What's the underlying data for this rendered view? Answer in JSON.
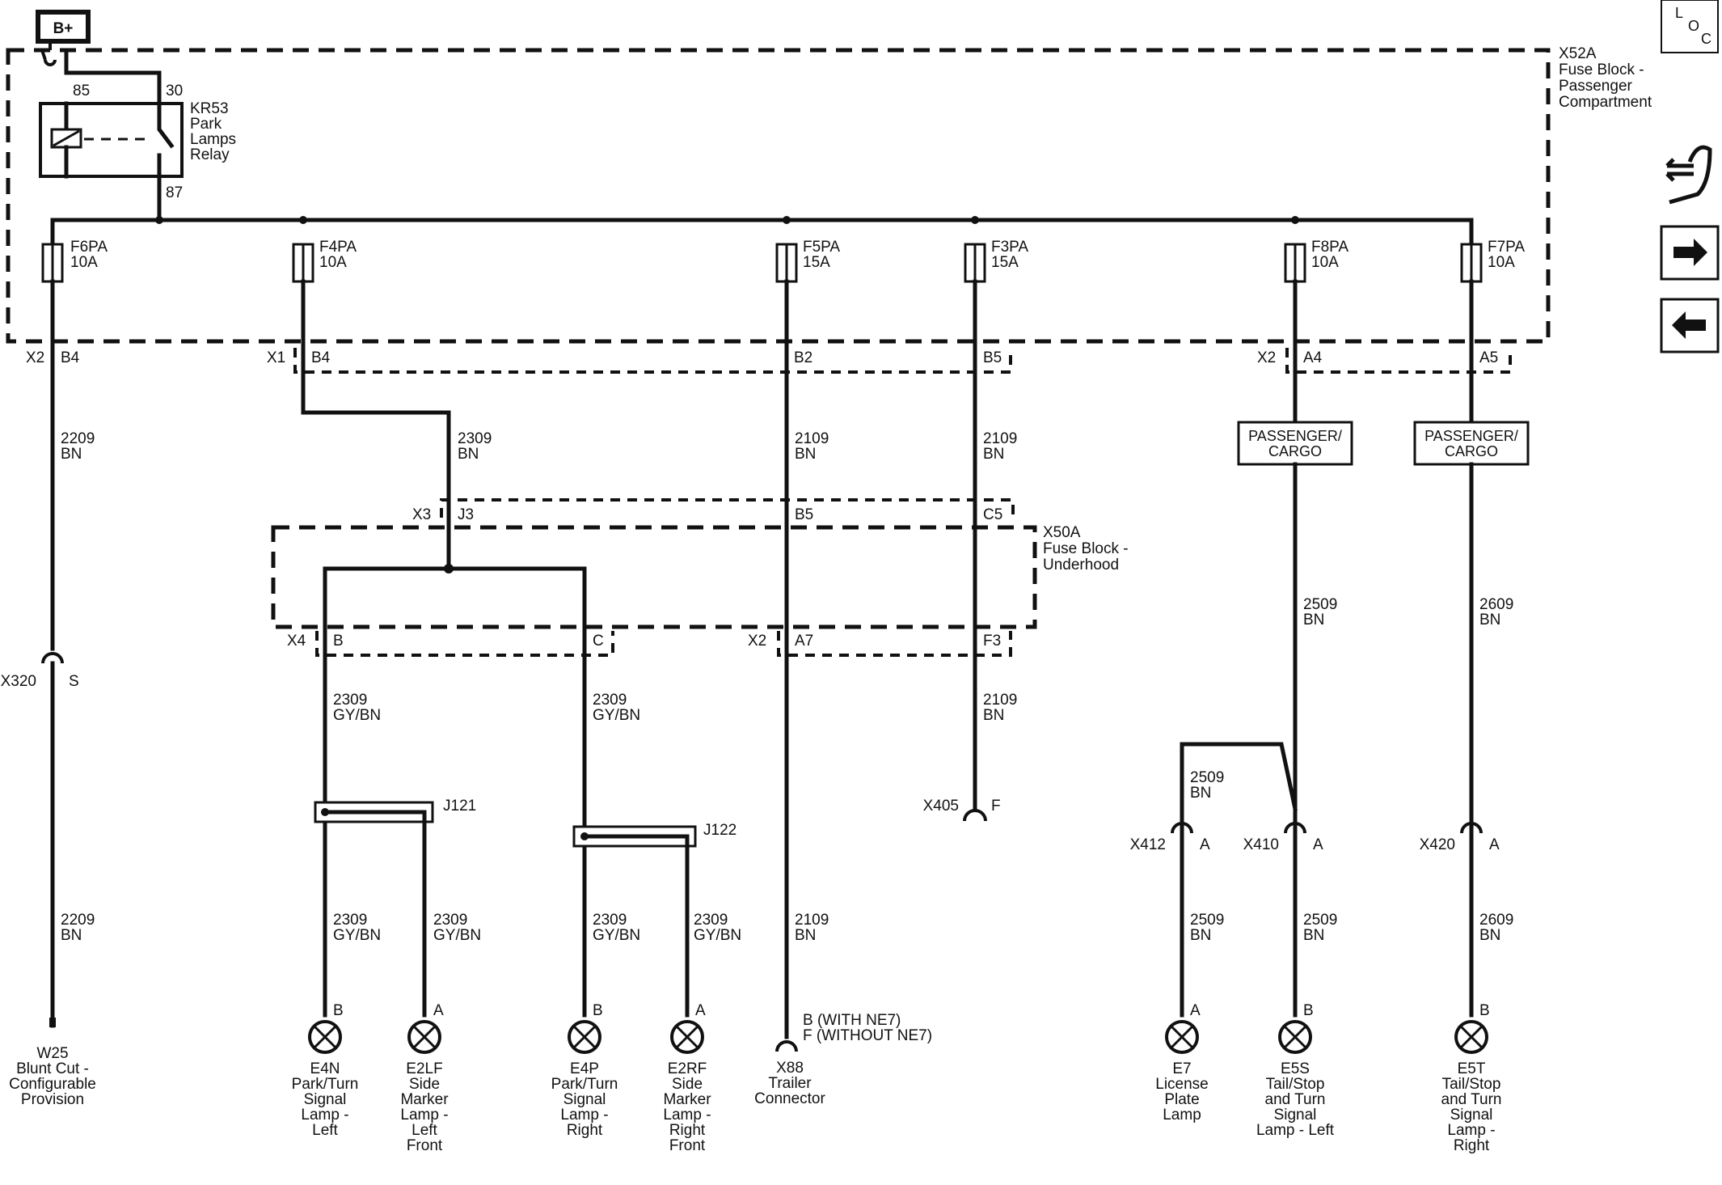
{
  "power": {
    "label": "B+"
  },
  "loc": {
    "l": "L",
    "o": "O",
    "c": "C"
  },
  "block_x52a": {
    "lines": [
      "X52A",
      "Fuse Block -",
      "Passenger",
      "Compartment"
    ]
  },
  "block_x50a": {
    "lines": [
      "X50A",
      "Fuse Block -",
      "Underhood"
    ]
  },
  "relay": {
    "pin85": "85",
    "pin30": "30",
    "pin87": "87",
    "lines": [
      "KR53",
      "Park",
      "Lamps",
      "Relay"
    ]
  },
  "fuses": [
    {
      "name": "F6PA",
      "rating": "10A"
    },
    {
      "name": "F4PA",
      "rating": "10A"
    },
    {
      "name": "F5PA",
      "rating": "15A"
    },
    {
      "name": "F3PA",
      "rating": "15A"
    },
    {
      "name": "F8PA",
      "rating": "10A"
    },
    {
      "name": "F7PA",
      "rating": "10A"
    }
  ],
  "connectors": {
    "x2": "X2",
    "b4": "B4",
    "x1": "X1",
    "b4b": "B4",
    "b2": "B2",
    "b5": "B5",
    "x2b": "X2",
    "a4": "A4",
    "a5": "A5",
    "x3": "X3",
    "j3": "J3",
    "b5b": "B5",
    "c5": "C5",
    "x4": "X4",
    "b": "B",
    "c": "C",
    "x2c": "X2",
    "a7": "A7",
    "f3": "F3",
    "x320": "X320",
    "s": "S",
    "x405": "X405",
    "f": "F",
    "x412": "X412",
    "a_412": "A",
    "x410": "X410",
    "a_410": "A",
    "x420": "X420",
    "a_420": "A"
  },
  "passenger_cargo": {
    "l1": "PASSENGER/",
    "l2": "CARGO"
  },
  "splices": {
    "j121": "J121",
    "j122": "J122"
  },
  "wires": {
    "w2209": "2209",
    "bn": "BN",
    "w2309": "2309",
    "w2109": "2109",
    "w2509": "2509",
    "w2609": "2609",
    "gybn": "GY/BN"
  },
  "pins": {
    "b": "B",
    "a": "A"
  },
  "components": {
    "w25": [
      "W25",
      "Blunt Cut -",
      "Configurable",
      "Provision"
    ],
    "e4n": [
      "E4N",
      "Park/Turn",
      "Signal",
      "Lamp -",
      "Left"
    ],
    "e2lf": [
      "E2LF",
      "Side",
      "Marker",
      "Lamp -",
      "Left",
      "Front"
    ],
    "e4p": [
      "E4P",
      "Park/Turn",
      "Signal",
      "Lamp -",
      "Right"
    ],
    "e2rf": [
      "E2RF",
      "Side",
      "Marker",
      "Lamp -",
      "Right",
      "Front"
    ],
    "x88": [
      "B (WITH NE7)",
      "F (WITHOUT NE7)",
      "X88",
      "Trailer",
      "Connector"
    ],
    "e7": [
      "E7",
      "License",
      "Plate",
      "Lamp"
    ],
    "e5s": [
      "E5S",
      "Tail/Stop",
      "and Turn",
      "Signal",
      "Lamp - Left"
    ],
    "e5t": [
      "E5T",
      "Tail/Stop",
      "and Turn",
      "Signal",
      "Lamp -",
      "Right"
    ]
  },
  "nav": {
    "tools": "tools-icon",
    "next": "arrow-right-icon",
    "prev": "arrow-left-icon"
  }
}
